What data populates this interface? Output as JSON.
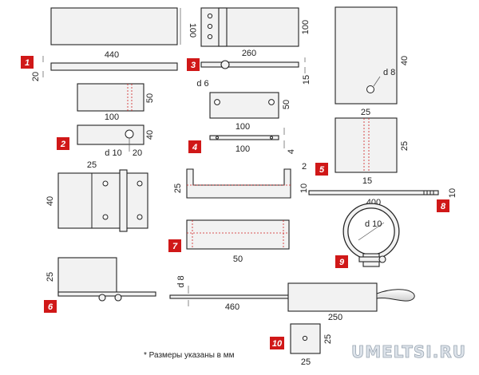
{
  "badges": [
    "1",
    "2",
    "3",
    "4",
    "5",
    "6",
    "7",
    "8",
    "9",
    "10"
  ],
  "dims": {
    "p1_len": "440",
    "p1_height": "100",
    "p1_thick": "20",
    "p2_len": "100",
    "p2_height": "50",
    "p2_h2": "40",
    "p2_hole": "d 10",
    "p2_off": "20",
    "p3_len": "260",
    "p3_height": "100",
    "p3_thick": "15",
    "p4_hole": "d 6",
    "p4_len": "100",
    "p4_height": "50",
    "p4_len2": "100",
    "p4_thick": "4",
    "p5_h1": "40",
    "p5_hole": "d 8",
    "p5_w1": "25",
    "p5_h2": "25",
    "p5_w2": "15",
    "hinge_w": "25",
    "hinge_h": "40",
    "p7_h": "25",
    "p7_t1": "2",
    "p7_t2": "10",
    "p7_len": "50",
    "p8_len": "400",
    "p8_thick": "10",
    "p9_dia": "d 10",
    "p6_h": "25",
    "rod_d": "d 8",
    "rod_len": "460",
    "handle_len": "250",
    "p10_w": "25",
    "p10_h": "25"
  },
  "footnote": "* Размеры указаны в мм",
  "watermark": "UMELTSI.RU",
  "colors": {
    "badge": "#d01818",
    "guide": "#d02020",
    "part_fill": "#f2f2f2",
    "outline": "#222222"
  }
}
